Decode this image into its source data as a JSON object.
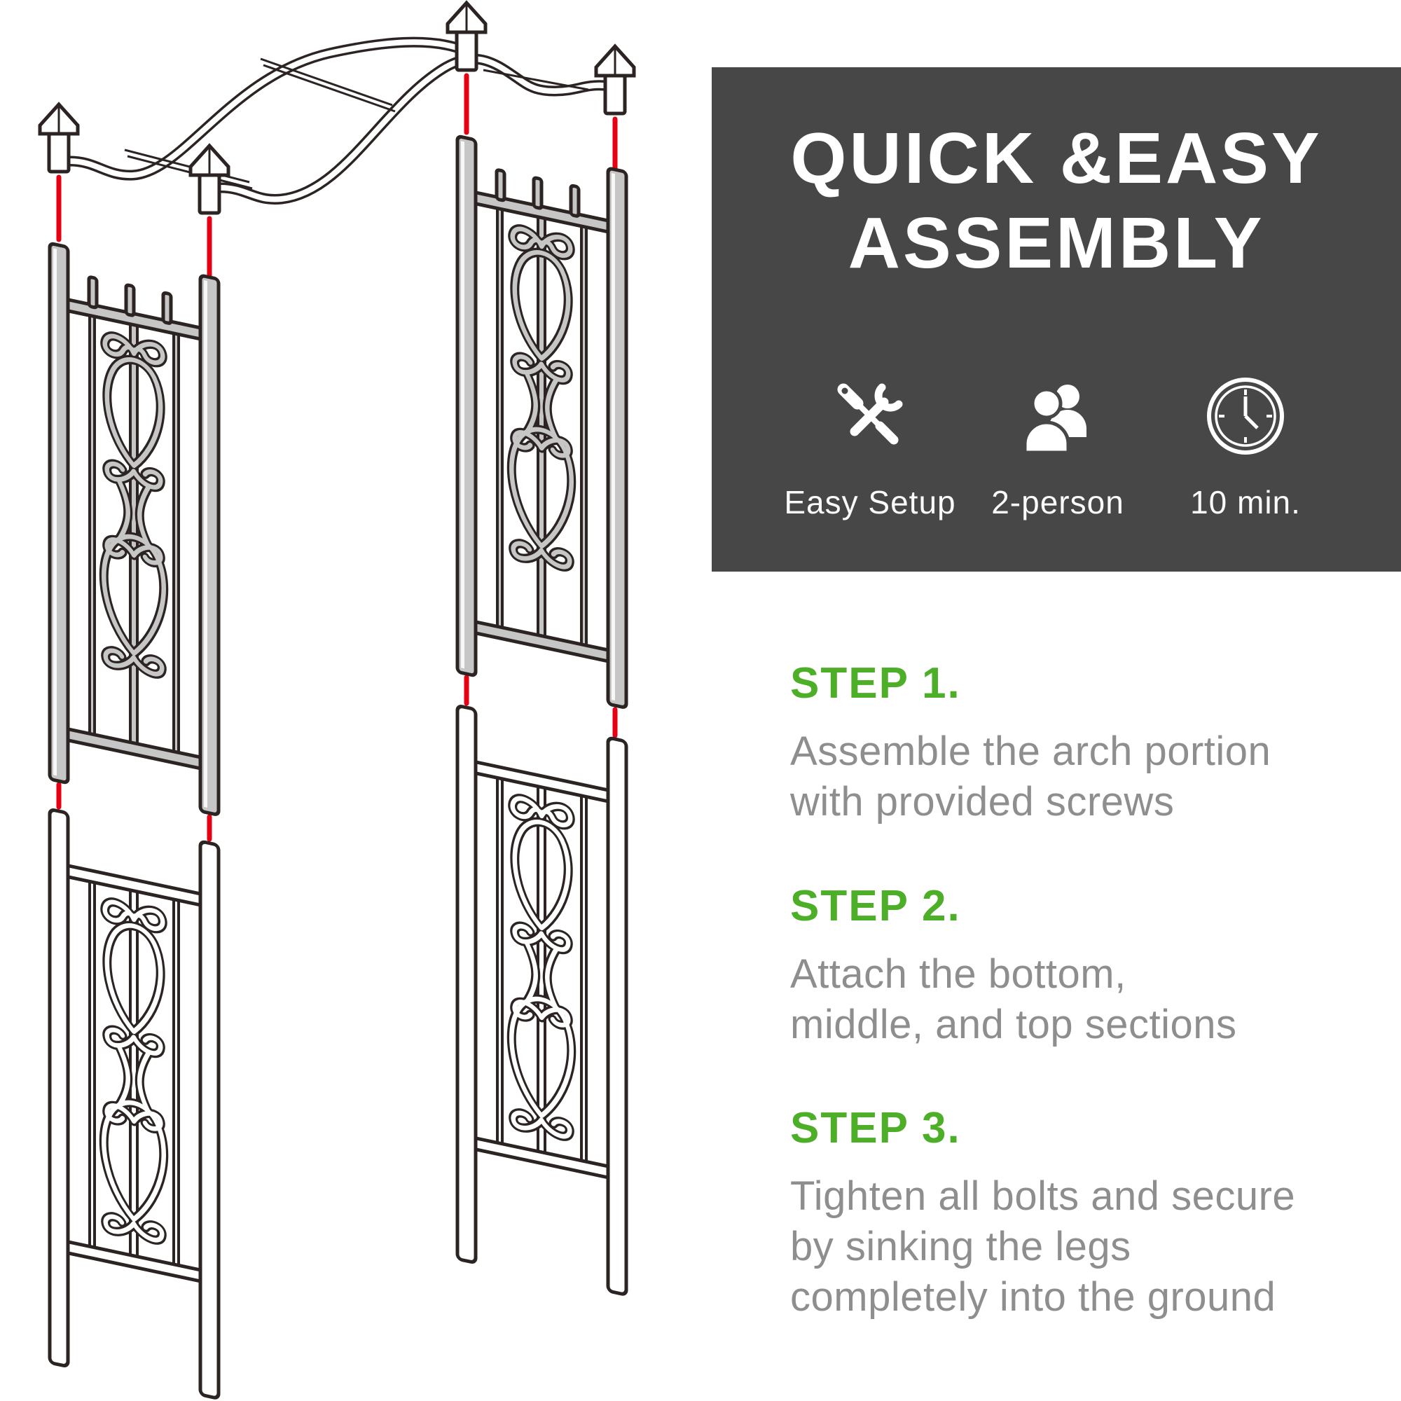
{
  "info_panel": {
    "title_line1": "QUICK &EASY",
    "title_line2": "ASSEMBLY",
    "features": [
      {
        "icon": "tools-icon",
        "label": "Easy Setup"
      },
      {
        "icon": "people-icon",
        "label": "2-person"
      },
      {
        "icon": "clock-icon",
        "label": "10 min."
      }
    ]
  },
  "steps": [
    {
      "heading": "STEP 1.",
      "body": "Assemble the arch portion\nwith provided screws"
    },
    {
      "heading": "STEP 2.",
      "body": "Attach the bottom,\nmiddle, and top sections"
    },
    {
      "heading": "STEP 3.",
      "body": "Tighten all bolts and secure\nby sinking the legs\ncompletely into the ground"
    }
  ],
  "colors": {
    "panel_background": "#474747",
    "accent_green": "#4dae27",
    "body_text_gray": "#8e8e8e",
    "connector_red": "#e60012",
    "metal_gray_fill": "#c6c6c6",
    "line_art_outline": "#2b2422"
  },
  "diagram": {
    "type": "exploded-assembly-illustration",
    "subject": "metal garden arch arbor with scroll trellis panels",
    "sections": [
      "curved arch top with four pyramid finial posts",
      "left middle trellis panel (shaded)",
      "left bottom trellis panel with ground legs",
      "right middle trellis panel (shaded)",
      "right bottom trellis panel with ground legs"
    ],
    "connectors": "red alignment lines between sections"
  }
}
